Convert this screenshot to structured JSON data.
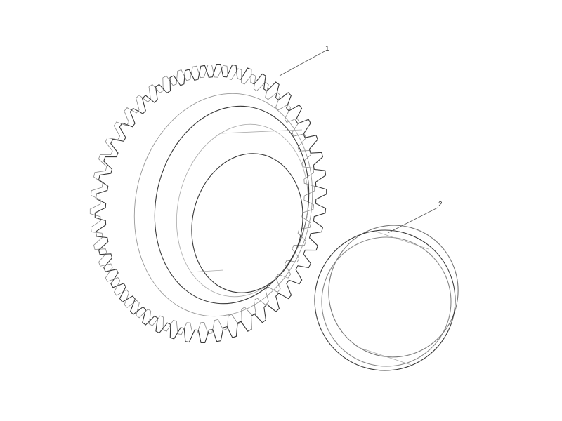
{
  "diagram": {
    "callouts": [
      {
        "label": "1",
        "part": "gear"
      },
      {
        "label": "2",
        "part": "bushing"
      }
    ],
    "line_color": "#3a3a3a",
    "background": "#ffffff"
  }
}
